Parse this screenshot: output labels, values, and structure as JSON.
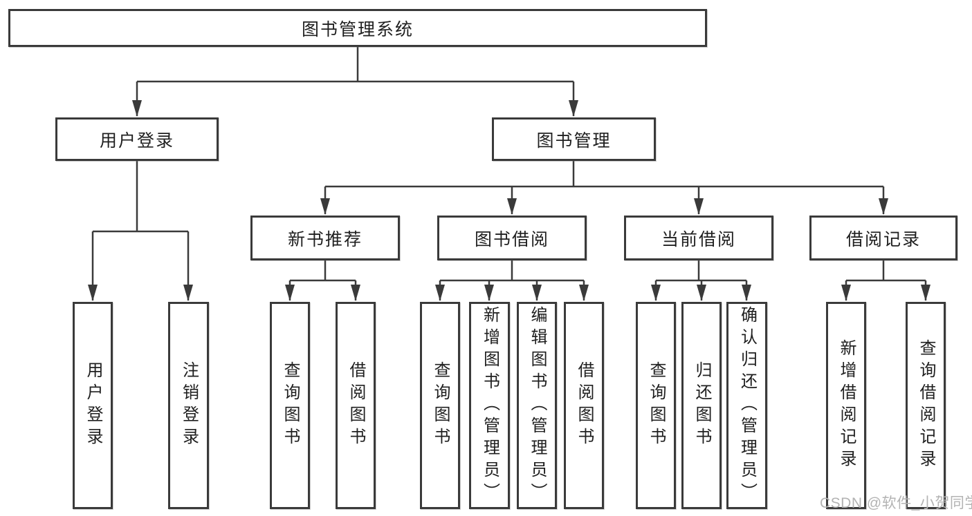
{
  "tree": {
    "root": "图书管理系统",
    "branches": [
      {
        "label": "用户登录",
        "children": [
          "用户登录",
          "注销登录"
        ]
      },
      {
        "label": "图书管理",
        "children": [
          {
            "label": "新书推荐",
            "children": [
              "查询图书",
              "借阅图书"
            ]
          },
          {
            "label": "图书借阅",
            "children": [
              "查询图书",
              "新增图书（管理员）",
              "编辑图书（管理员）",
              "借阅图书"
            ]
          },
          {
            "label": "当前借阅",
            "children": [
              "查询图书",
              "归还图书",
              "确认归还（管理员）"
            ]
          },
          {
            "label": "借阅记录",
            "children": [
              "新增借阅记录",
              "查询借阅记录"
            ]
          }
        ]
      }
    ]
  },
  "watermark": {
    "text": "CSDN @软件_小贺同学",
    "color": "#b3b3b3"
  },
  "colors": {
    "line": "#3a3a3a",
    "box_border": "#3a3a3a",
    "box_background": "#ffffff",
    "text": "#1f1f1f"
  }
}
